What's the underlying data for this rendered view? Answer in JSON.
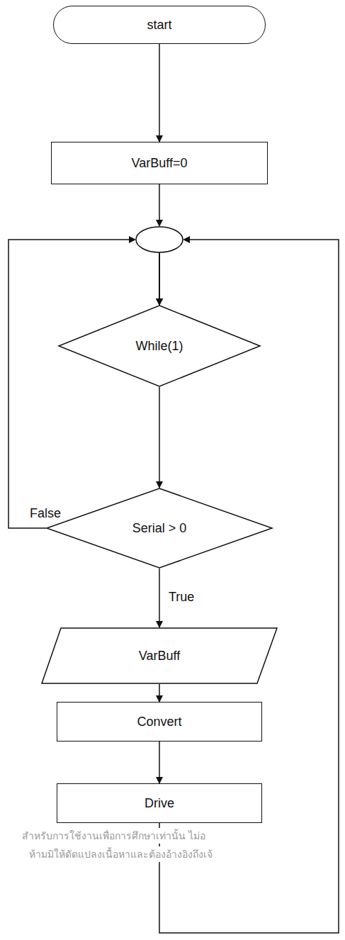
{
  "diagram": {
    "nodes": [
      {
        "text": [
          "start"
        ]
      },
      {
        "text": [
          "VarBuff=0"
        ]
      },
      {
        "text": [
          "While(1)"
        ]
      },
      {
        "text": [
          "Serial > 0"
        ]
      },
      {
        "text": [
          "VarBuff"
        ]
      },
      {
        "text": [
          "Convert"
        ]
      },
      {
        "text": [
          "Drive"
        ]
      }
    ],
    "edges": [
      {
        "from": 0,
        "to": 1,
        "arrow": "to"
      },
      {
        "from": 1,
        "to": 2,
        "arrow": "to"
      },
      {
        "from": 2,
        "to": 3,
        "arrow": "to"
      },
      {
        "from": 3,
        "to": 2,
        "label": "False",
        "arrow": "to"
      },
      {
        "from": 3,
        "to": 4,
        "label": "True",
        "arrow": "to"
      },
      {
        "from": 4,
        "to": 5,
        "arrow": "to"
      },
      {
        "from": 5,
        "to": 6,
        "arrow": "to"
      },
      {
        "from": 6,
        "to": 2,
        "arrow": "to"
      }
    ],
    "labels": [
      "สำหรับการใช้งานเพื่อการศึกษาเท่านั้น ไม่อ",
      "ห้ามมิให้ดัดแปลงเนื้อหาและต้องอ้างอิงถึงเจ้"
    ]
  }
}
